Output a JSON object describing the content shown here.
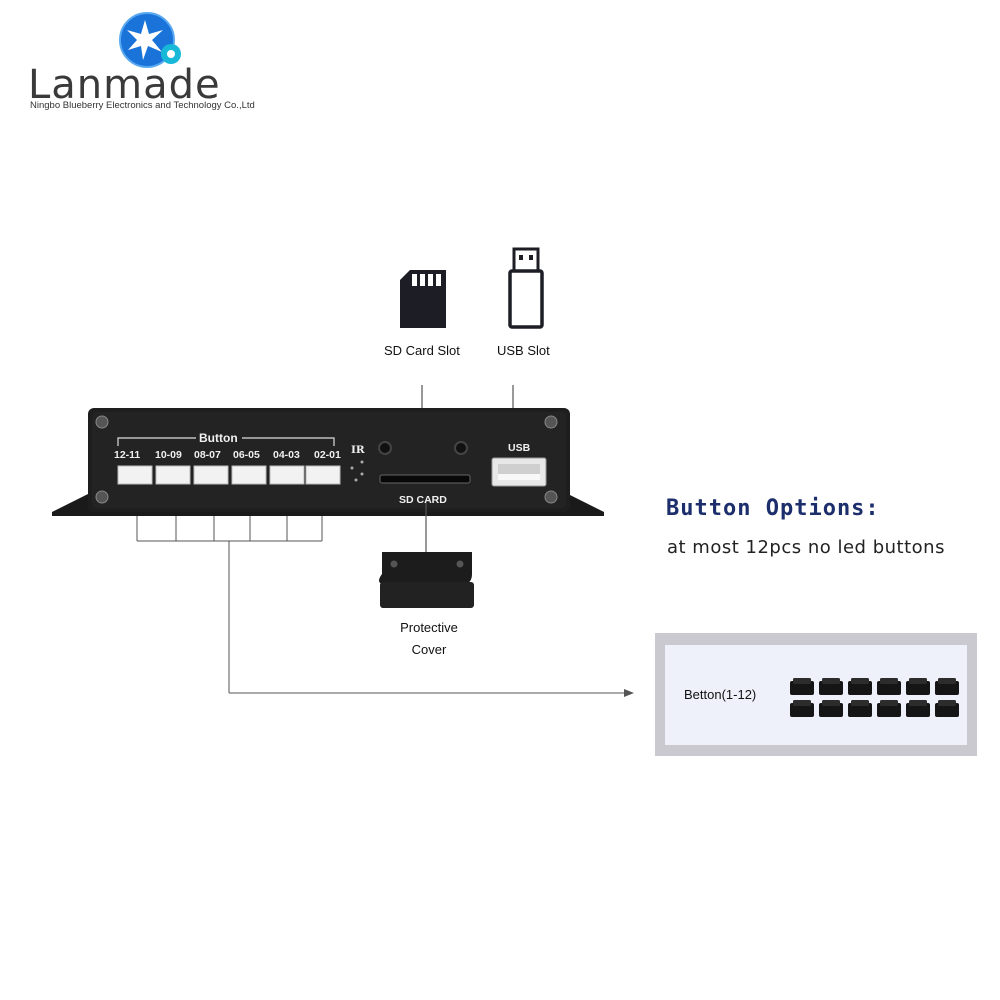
{
  "brand": {
    "name": "Lanmade",
    "subtitle": "Ningbo Blueberry Electronics and Technology Co.,Ltd"
  },
  "callouts": {
    "sd_card_slot": "SD Card Slot",
    "usb_slot": "USB Slot",
    "protective_cover_line1": "Protective",
    "protective_cover_line2": "Cover"
  },
  "device": {
    "button_header": "Button",
    "port_labels": [
      "12-11",
      "10-09",
      "08-07",
      "06-05",
      "04-03",
      "02-01"
    ],
    "ir_label": "IR",
    "sd_label": "SD CARD",
    "usb_label": "USB"
  },
  "options": {
    "title": "Button Options:",
    "description": "at most 12pcs no led buttons",
    "panel_label": "Betton(1-12)",
    "button_count": 12
  },
  "colors": {
    "logo_blue": "#1a73d9",
    "title_navy": "#1c2e6b",
    "device_body": "#1b1b1b",
    "panel_border": "#c9c9cf",
    "panel_fill": "#eef0fa"
  }
}
